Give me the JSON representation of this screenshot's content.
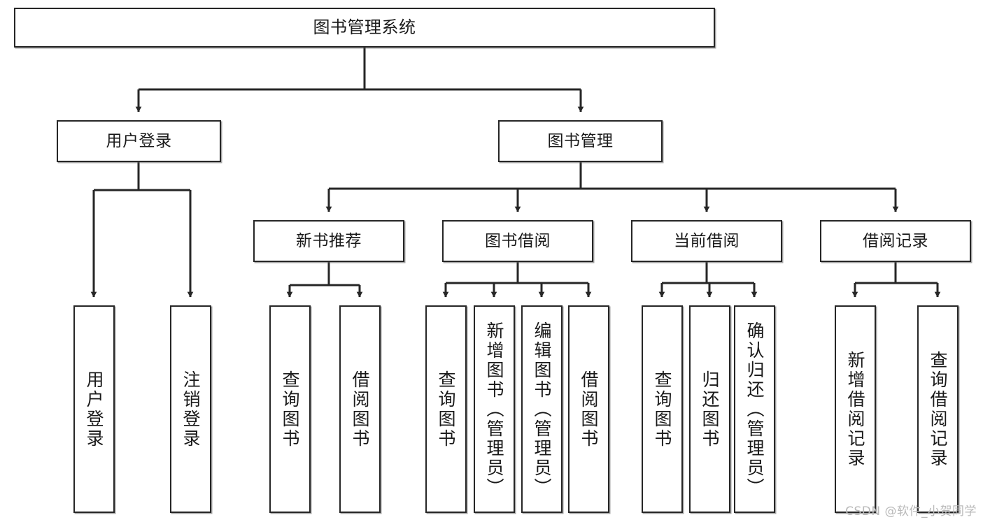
{
  "diagram": {
    "title": "图书管理系统",
    "type": "tree-hierarchy",
    "watermark": "CSDN @软件_小贺同学",
    "colors": {
      "box_border": "#262626",
      "box_fill": "#ffffff",
      "edge": "#262626",
      "text": "#1a1a1a",
      "watermark": "#b9b9b9"
    },
    "levels": {
      "root": {
        "label": "图书管理系统"
      },
      "level2": [
        {
          "id": "user-login",
          "label": "用户登录"
        },
        {
          "id": "book-management",
          "label": "图书管理"
        }
      ],
      "level3": [
        {
          "id": "new-book-recommend",
          "label": "新书推荐",
          "parent": "book-management"
        },
        {
          "id": "book-borrow",
          "label": "图书借阅",
          "parent": "book-management"
        },
        {
          "id": "current-borrow",
          "label": "当前借阅",
          "parent": "book-management"
        },
        {
          "id": "borrow-record",
          "label": "借阅记录",
          "parent": "book-management"
        }
      ],
      "leaves": [
        {
          "id": "leaf-user-login",
          "label": "用户登录",
          "parent": "user-login"
        },
        {
          "id": "leaf-logout",
          "label": "注销登录",
          "parent": "user-login"
        },
        {
          "id": "leaf-query-book-1",
          "label": "查询图书",
          "parent": "new-book-recommend"
        },
        {
          "id": "leaf-borrow-book-1",
          "label": "借阅图书",
          "parent": "new-book-recommend"
        },
        {
          "id": "leaf-query-book-2",
          "label": "查询图书",
          "parent": "book-borrow"
        },
        {
          "id": "leaf-add-book",
          "label": "新增图书（管理员）",
          "parent": "book-borrow"
        },
        {
          "id": "leaf-edit-book",
          "label": "编辑图书（管理员）",
          "parent": "book-borrow"
        },
        {
          "id": "leaf-borrow-book-2",
          "label": "借阅图书",
          "parent": "book-borrow"
        },
        {
          "id": "leaf-query-book-3",
          "label": "查询图书",
          "parent": "current-borrow"
        },
        {
          "id": "leaf-return-book",
          "label": "归还图书",
          "parent": "current-borrow"
        },
        {
          "id": "leaf-confirm-return",
          "label": "确认归还（管理员）",
          "parent": "current-borrow"
        },
        {
          "id": "leaf-add-record",
          "label": "新增借阅记录",
          "parent": "borrow-record"
        },
        {
          "id": "leaf-query-record",
          "label": "查询借阅记录",
          "parent": "borrow-record"
        }
      ]
    }
  }
}
